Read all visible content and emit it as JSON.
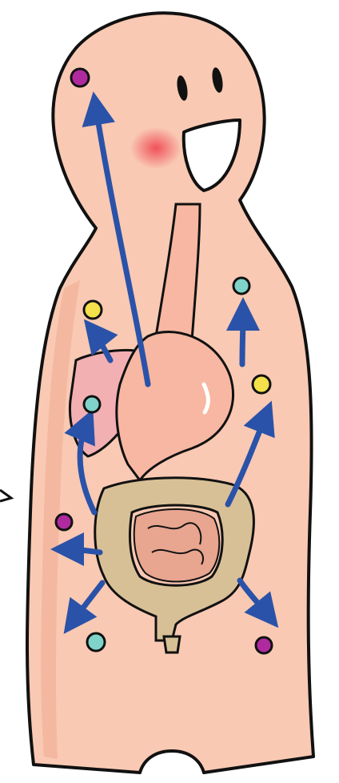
{
  "illustration": {
    "subject": "cartoon-body-with-digestive-system",
    "colors": {
      "skin": "#f9c9b3",
      "skin_shadow": "#f0a98f",
      "outline": "#111111",
      "cheek": "#f04a55",
      "liver": "#f2b0b3",
      "stomach": "#f7b7a2",
      "large_intestine": "#d8c096",
      "small_intestine": "#e8a58f",
      "arrow": "#2a52a8",
      "dot_purple": "#b02a9f",
      "dot_yellow": "#f4e04a",
      "dot_teal": "#7fd3c9"
    },
    "nutrient_dots": [
      {
        "color": "purple"
      },
      {
        "color": "yellow"
      },
      {
        "color": "teal"
      },
      {
        "color": "teal"
      },
      {
        "color": "yellow"
      },
      {
        "color": "purple"
      },
      {
        "color": "teal"
      },
      {
        "color": "purple"
      }
    ],
    "arrows_count": 8
  }
}
